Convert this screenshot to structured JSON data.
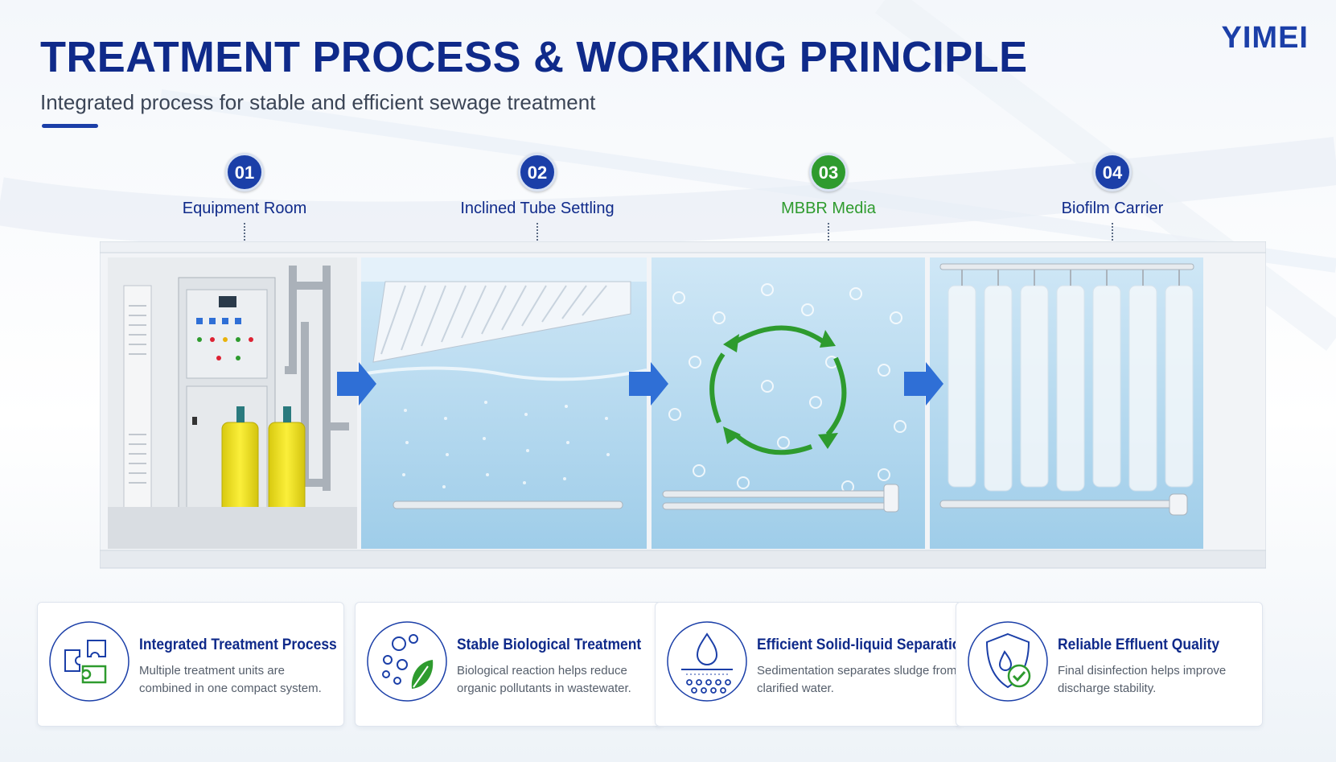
{
  "brand": "YIMEI",
  "header": {
    "title": "TREATMENT PROCESS & WORKING PRINCIPLE",
    "subtitle": "Integrated process for stable and efficient sewage treatment"
  },
  "stages": [
    {
      "number": "01",
      "label": "Equipment Room",
      "color": "#1b3fa8"
    },
    {
      "number": "02",
      "label": "Inclined Tube Settling",
      "color": "#1b3fa8"
    },
    {
      "number": "03",
      "label": "MBBR Media",
      "color": "#2e9b2e"
    },
    {
      "number": "04",
      "label": "Biofilm Carrier",
      "color": "#1b3fa8"
    }
  ],
  "features": [
    {
      "title": "Integrated Treatment Process",
      "description": "Multiple treatment units are combined in one compact system.",
      "icon": "puzzle-icon"
    },
    {
      "title": "Stable Biological Treatment",
      "description": "Biological reaction helps reduce organic pollutants in wastewater.",
      "icon": "leaf-bubbles-icon"
    },
    {
      "title": "Efficient Solid-liquid Separation",
      "description": "Sedimentation separates sludge from clarified water.",
      "icon": "water-drop-filter-icon"
    },
    {
      "title": "Reliable Effluent Quality",
      "description": "Final disinfection helps improve discharge stability.",
      "icon": "shield-check-icon"
    }
  ],
  "colors": {
    "primary": "#0f2a8a",
    "accent_blue": "#1b3fa8",
    "accent_green": "#2e9b2e",
    "water": "#a9d4ee",
    "flow_arrow": "#2f6fd6",
    "chemical_tank": "#f2e21a"
  }
}
